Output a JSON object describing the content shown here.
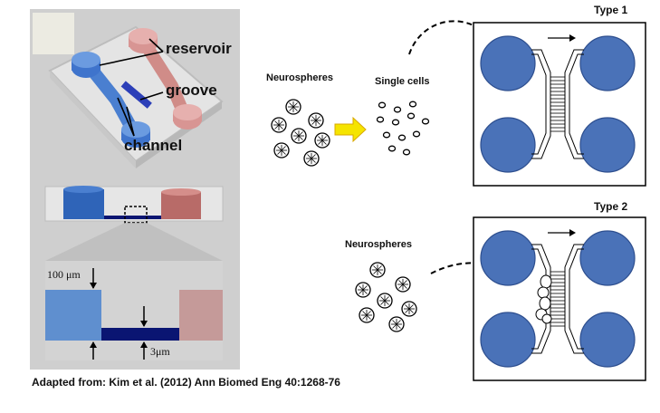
{
  "left_panel": {
    "labels": {
      "reservoir": "reservoir",
      "groove": "groove",
      "channel": "channel"
    },
    "dimensions": {
      "height_100": "100 μm",
      "height_3": "3μm"
    },
    "caption": "Adapted from: Kim et al. (2012) Ann Biomed Eng 40:1268-76"
  },
  "middle": {
    "neurospheres_top": "Neurospheres",
    "single_cells": "Single cells",
    "neurospheres_bottom": "Neurospheres"
  },
  "right": {
    "type1": "Type 1",
    "type2": "Type 2"
  },
  "colors": {
    "reservoir_blue": "#4a72b8",
    "reservoir_red": "#c98a86",
    "arrow_yellow": "#f5e400",
    "channel_navy": "#0a1572"
  }
}
